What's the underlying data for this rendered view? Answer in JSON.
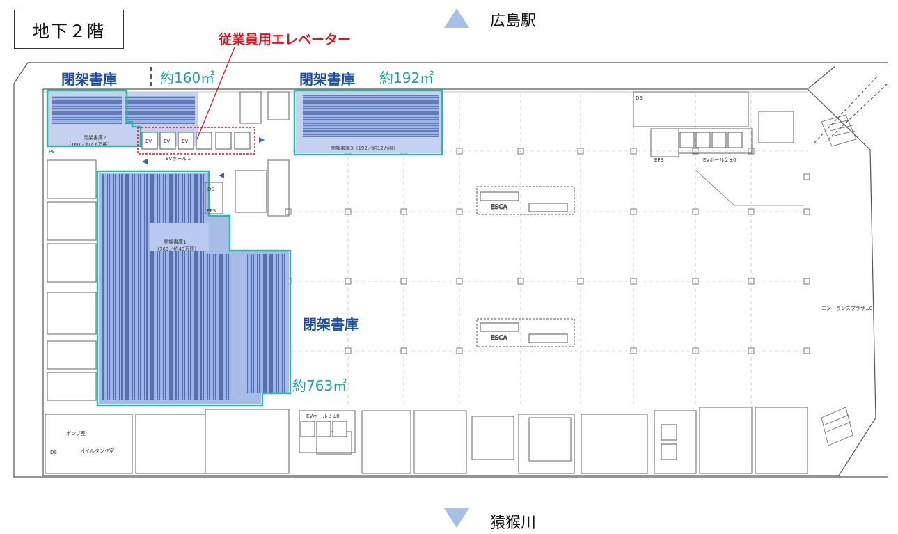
{
  "floor_label": "地下２階",
  "north_label": "広島駅",
  "south_label": "猿猴川",
  "elevator_callout": "従業員用エレベーター",
  "closed_stacks": [
    {
      "title": "閉架書庫",
      "area": "約160㎡"
    },
    {
      "title": "閉架書庫",
      "area": "約192㎡"
    },
    {
      "title": "閉架書庫",
      "area": "約763㎡"
    }
  ],
  "plan_labels": {
    "stack2": "閉架書庫2",
    "stack2_sub": "（160／約7.6万冊）",
    "stack3": "閉架書庫3（192／約12万冊）",
    "stack1": "閉架書庫1",
    "stack1_sub": "（763／約49万冊）",
    "ev_hall_1": "EVホール１",
    "ev_hall_2": "EVホール２±0",
    "ev_hall_3": "EVホール３±0",
    "escalator": "ESCA",
    "entrance": "エントランスプラザ±0",
    "pump_room": "ポンプ室",
    "oil_tank": "オイルタンク室",
    "ds": "DS",
    "eps": "EPS",
    "ps": "PS",
    "ev": "EV"
  },
  "colors": {
    "stack_fill": "#9fb4e6",
    "shelf_line": "#26418f",
    "outline_teal": "#2fb7ad",
    "title_blue": "#1c4fa0",
    "area_teal": "#1da3a3",
    "callout_red": "#e0141e",
    "arrow_blue": "#a9c0e6"
  }
}
